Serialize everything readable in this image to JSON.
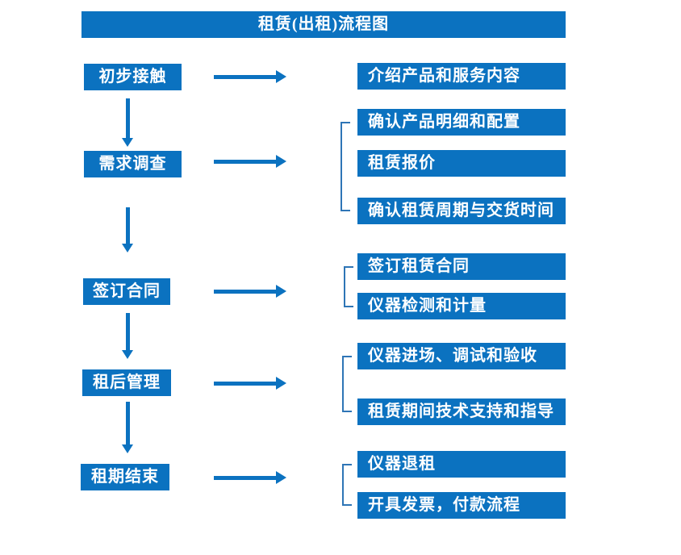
{
  "title": "租赁(出租)流程图",
  "colors": {
    "primary_blue": "#0B72C0",
    "bracket_blue": "#2E75B6",
    "text": "#FFFFFF",
    "background": "#FFFFFF"
  },
  "steps": [
    {
      "label": "初步接触",
      "items": [
        "介绍产品和服务内容"
      ]
    },
    {
      "label": "需求调查",
      "items": [
        "确认产品明细和配置",
        "租赁报价",
        "确认租赁周期与交货时间"
      ]
    },
    {
      "label": "签订合同",
      "items": [
        "签订租赁合同",
        "仪器检测和计量"
      ]
    },
    {
      "label": "租后管理",
      "items": [
        "仪器进场、调试和验收",
        "租赁期间技术支持和指导"
      ]
    },
    {
      "label": "租期结束",
      "items": [
        "仪器退租",
        "开具发票，付款流程"
      ]
    }
  ]
}
